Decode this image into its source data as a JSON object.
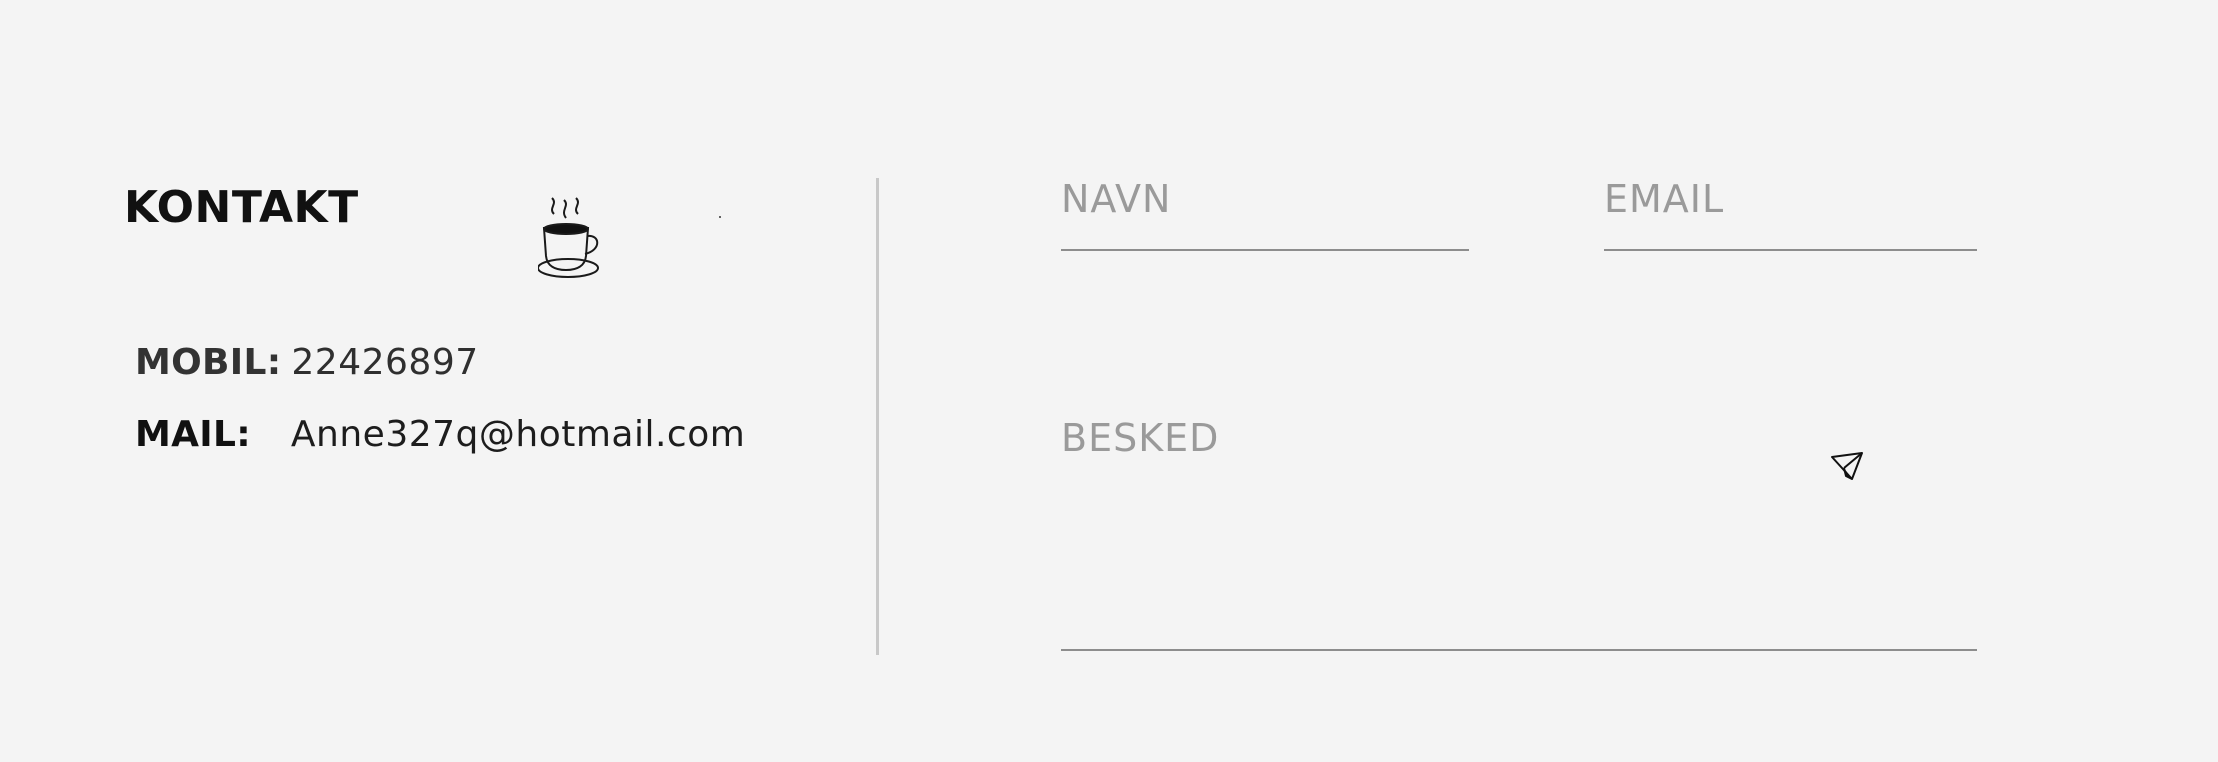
{
  "contact": {
    "title": "KONTAKT",
    "icon": "coffee-cup-icon",
    "mobile_label": "MOBIL:",
    "mobile_value": "22426897",
    "mail_label": "MAIL:",
    "mail_value": "Anne327q@hotmail.com"
  },
  "form": {
    "name_label": "NAVN",
    "email_label": "EMAIL",
    "message_label": "BESKED",
    "send_icon": "paper-plane-icon"
  },
  "colors": {
    "background": "#f4f4f4",
    "text_dark": "#111111",
    "label_gray": "#9a9a9a",
    "line_gray": "#8d8d8d",
    "divider": "#c8c8c8"
  }
}
